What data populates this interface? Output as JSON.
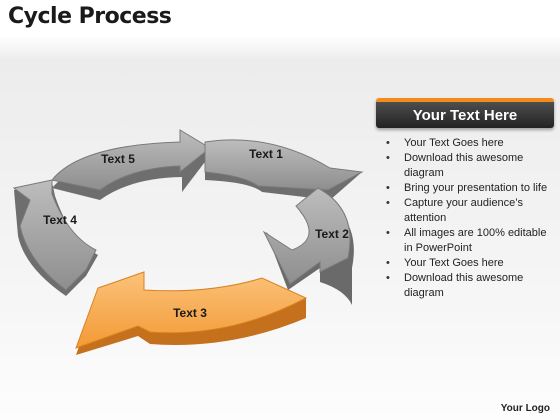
{
  "title": "Cycle Process",
  "diagram": {
    "segments": [
      {
        "label": "Text 1",
        "color": "#a3a3a3"
      },
      {
        "label": "Text 2",
        "color": "#9a9a9a"
      },
      {
        "label": "Text 3",
        "color": "#f6a64a"
      },
      {
        "label": "Text 4",
        "color": "#a3a3a3"
      },
      {
        "label": "Text 5",
        "color": "#a8a8a8"
      }
    ]
  },
  "panel": {
    "header": "Your Text Here",
    "accent_color": "#f28c1c",
    "bullets": [
      "Your Text Goes here",
      "Download this awesome diagram",
      "Bring your presentation to life",
      "Capture your audience’s attention",
      "All images are 100% editable in PowerPoint",
      "Your Text Goes here",
      "Download this awesome diagram"
    ]
  },
  "logo": "Your Logo"
}
